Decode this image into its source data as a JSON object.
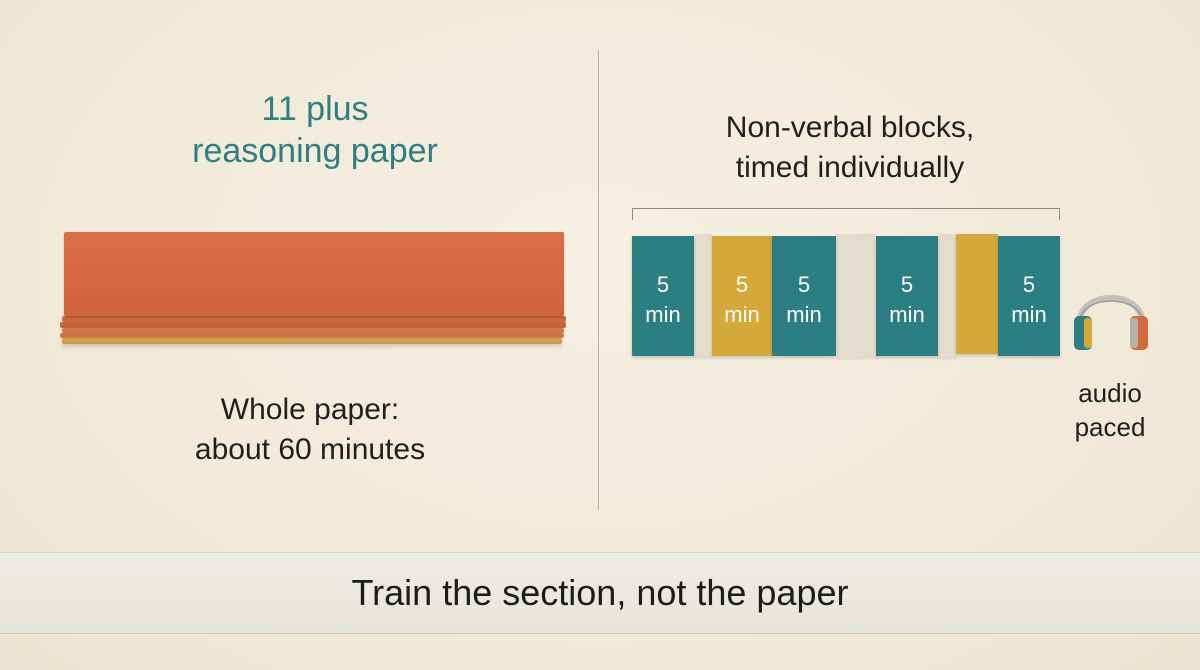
{
  "left": {
    "title_line1": "11 plus",
    "title_line2": "reasoning paper",
    "caption_line1": "Whole paper:",
    "caption_line2": "about 60 minutes"
  },
  "right": {
    "title_line1": "Non-verbal blocks,",
    "title_line2": "timed individually",
    "blocks": [
      {
        "number": "5",
        "unit": "min",
        "color": "teal"
      },
      {
        "number": "5",
        "unit": "min",
        "color": "mustard"
      },
      {
        "number": "5",
        "unit": "min",
        "color": "teal"
      },
      {
        "number": "5",
        "unit": "min",
        "color": "teal"
      },
      {
        "number": "5",
        "unit": "min",
        "color": "teal"
      }
    ],
    "audio_icon": "headphones-icon",
    "audio_line1": "audio",
    "audio_line2": "paced"
  },
  "banner": {
    "text": "Train the section, not the paper"
  },
  "colors": {
    "teal": "#2b7f82",
    "mustard": "#d4a93a",
    "paper_orange": "#d4683f",
    "title_teal": "#2f7f80"
  }
}
